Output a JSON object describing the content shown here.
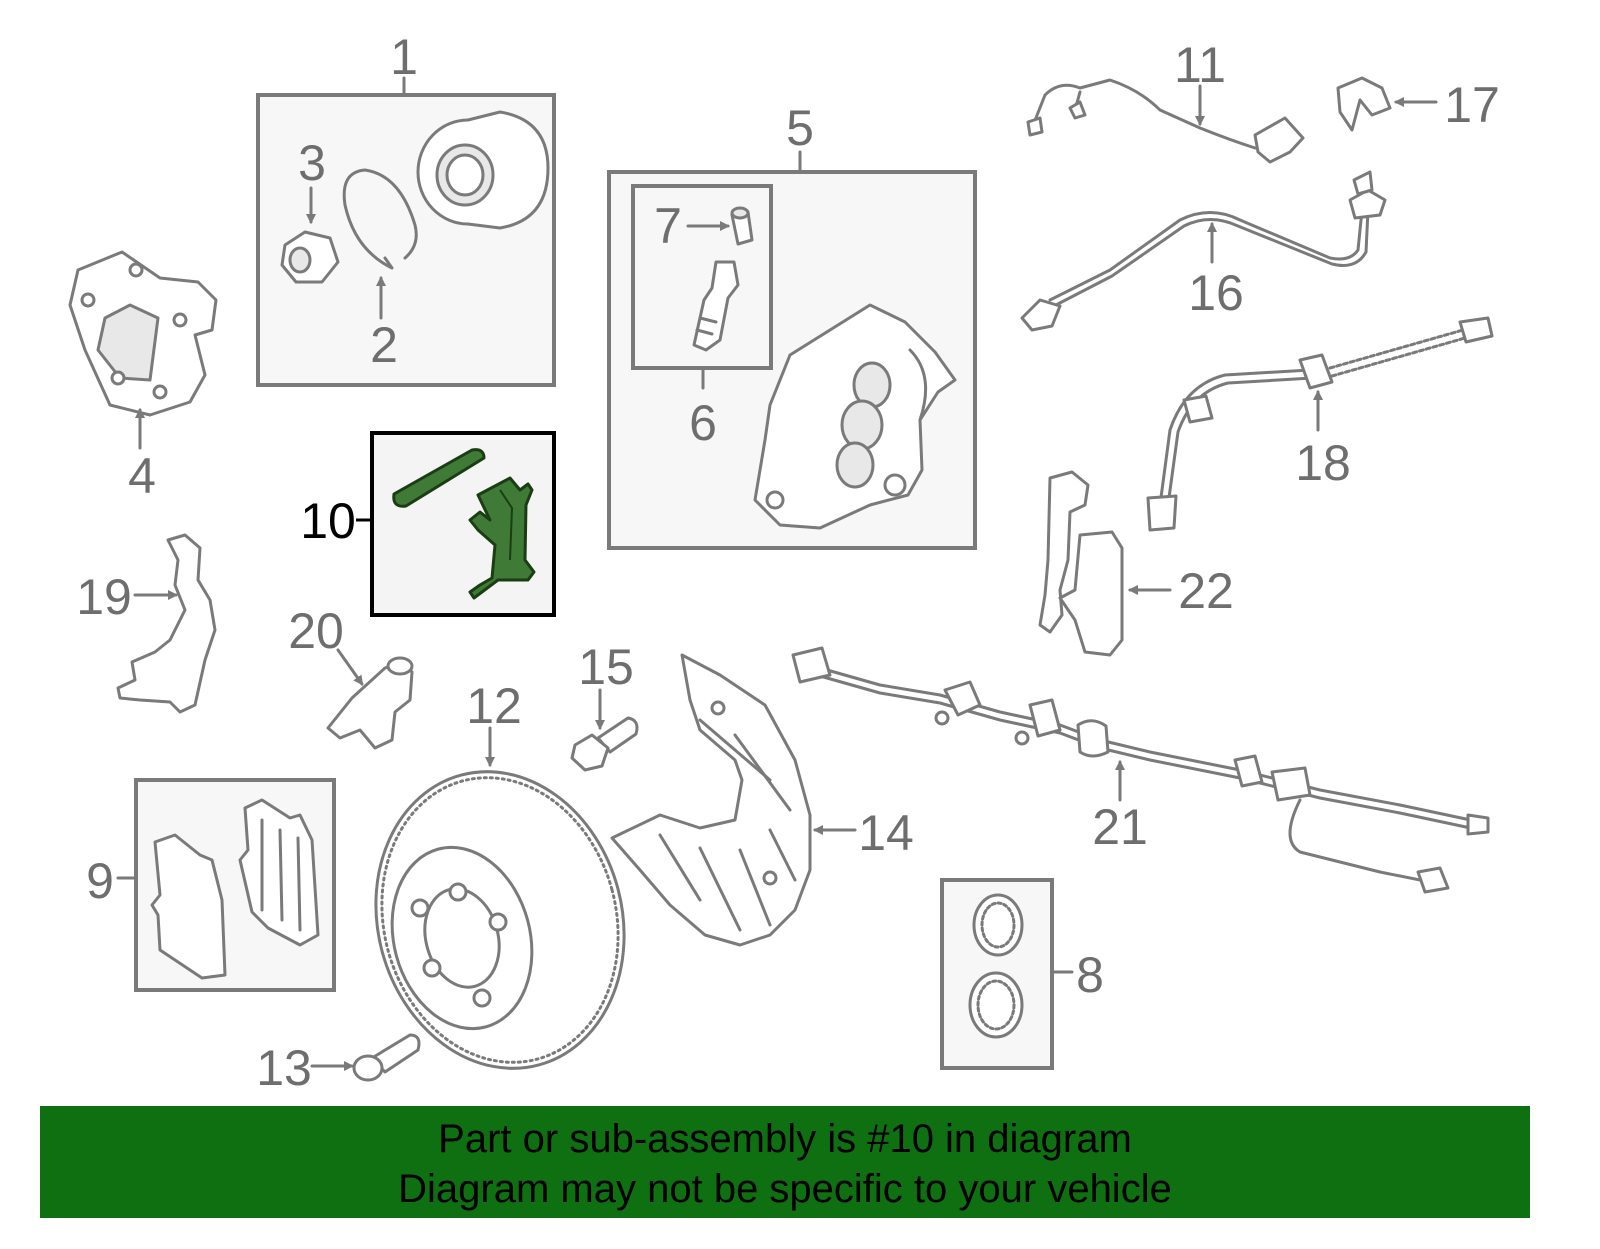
{
  "labels": {
    "l1": "1",
    "l2": "2",
    "l3": "3",
    "l4": "4",
    "l5": "5",
    "l6": "6",
    "l7": "7",
    "l8": "8",
    "l9": "9",
    "l10": "10",
    "l11": "11",
    "l12": "12",
    "l13": "13",
    "l14": "14",
    "l15": "15",
    "l16": "16",
    "l17": "17",
    "l18": "18",
    "l19": "19",
    "l20": "20",
    "l21": "21",
    "l22": "22"
  },
  "banner": {
    "line1": "Part or sub-assembly is #10 in diagram",
    "line2": "Diagram may not be specific to your vehicle"
  },
  "colors": {
    "highlight": "#3f7a36",
    "banner": "#0e7010",
    "line": "#7a7a7a"
  }
}
